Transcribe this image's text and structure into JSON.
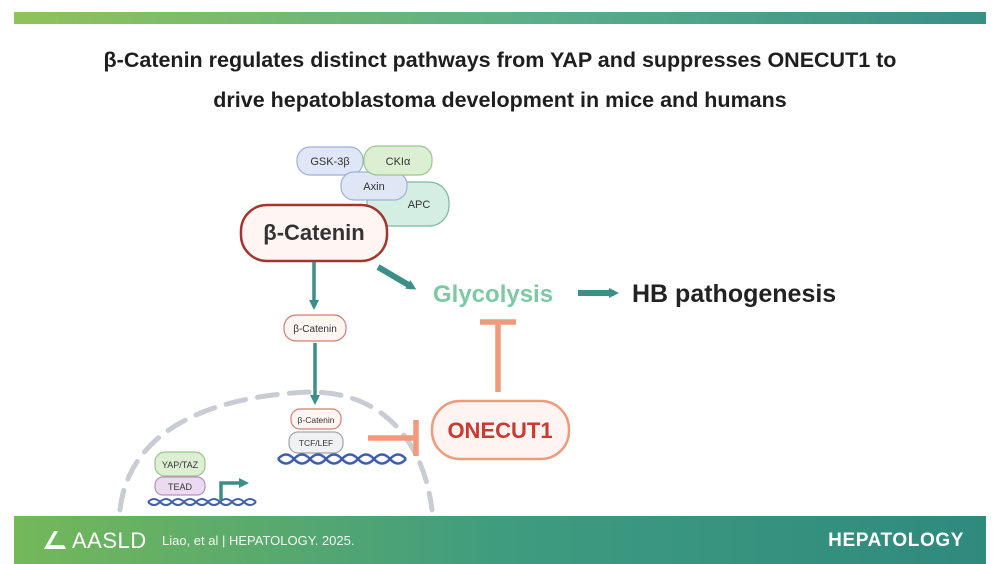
{
  "title": {
    "line1": "β-Catenin regulates distinct pathways from YAP and suppresses ONECUT1 to",
    "line2": "drive hepatoblastoma development in mice and humans"
  },
  "diagram": {
    "complex": {
      "gsk3b": "GSK-3β",
      "ck1a": "CKIα",
      "axin": "Axin",
      "apc": "APC"
    },
    "beta_catenin_main": "β-Catenin",
    "beta_catenin_small": "β-Catenin",
    "nucleus": {
      "beta_catenin": "β-Catenin",
      "tcf_lef": "TCF/LEF",
      "yap_taz": "YAP/TAZ",
      "tead": "TEAD"
    },
    "glycolysis": "Glycolysis",
    "outcome": "HB pathogenesis",
    "onecut1": "ONECUT1"
  },
  "footer": {
    "logo": "AASLD",
    "citation": "Liao, et al  |  HEPATOLOGY. 2025.",
    "journal": "HEPATOLOGY"
  },
  "colors": {
    "teal": "#3b8f86",
    "glycolysis_green": "#7cc9a4",
    "red": "#c83a32",
    "salmon": "#ef9a7c",
    "dna_blue": "#3f5fa8"
  }
}
